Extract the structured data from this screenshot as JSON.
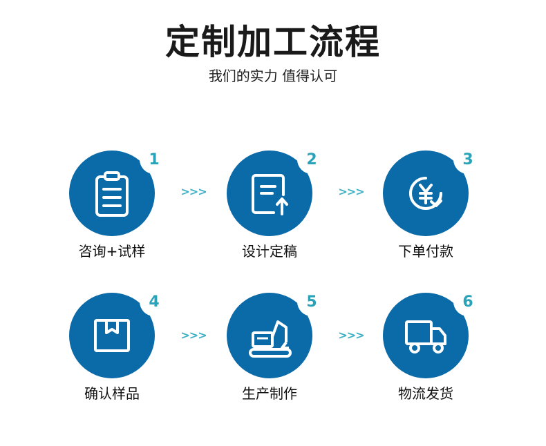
{
  "header": {
    "title": "定制加工流程",
    "subtitle": "我们的实力 值得认可"
  },
  "colors": {
    "circle": "#0b6aa8",
    "badge_text": "#2aa3b8",
    "arrow": "#3fb0c4"
  },
  "arrow_text": ">>>",
  "steps": [
    {
      "number": "1",
      "label": "咨询+试样",
      "icon": "clipboard-icon"
    },
    {
      "number": "2",
      "label": "设计定稿",
      "icon": "document-upload-icon"
    },
    {
      "number": "3",
      "label": "下单付款",
      "icon": "yen-payment-icon"
    },
    {
      "number": "4",
      "label": "确认样品",
      "icon": "package-box-icon"
    },
    {
      "number": "5",
      "label": "生产制作",
      "icon": "excavator-icon"
    },
    {
      "number": "6",
      "label": "物流发货",
      "icon": "delivery-truck-icon"
    }
  ]
}
